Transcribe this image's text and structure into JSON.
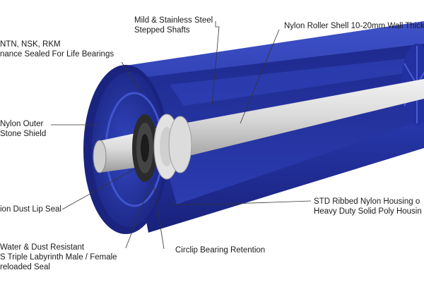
{
  "labels": {
    "bearings": {
      "line1": "NTN, NSK, RKM",
      "line2": "nance Sealed For Life Bearings"
    },
    "shafts": {
      "line1": "Mild & Stainless Steel",
      "line2": "Stepped Shafts"
    },
    "shell": {
      "line1": "Nylon Roller Shell 10-20mm Wall Thick"
    },
    "stone_shield": {
      "line1": "Nylon Outer",
      "line2": "Stone Shield"
    },
    "dust_lip": {
      "line1": "ion Dust Lip Seal"
    },
    "housing": {
      "line1": "STD Ribbed Nylon Housing o",
      "line2": "Heavy Duty Solid Poly Housin"
    },
    "labyrinth": {
      "line1": "Water & Dust Resistant",
      "line2": "S Triple Labyrinth Male / Female",
      "line3": "reloaded Seal"
    },
    "circlip": {
      "line1": "Circlip Bearing Retention"
    }
  },
  "colors": {
    "shell_blue": "#2736a8",
    "shell_dark": "#18217a",
    "shell_light": "#3f52c8",
    "shaft": "#d9d9d9",
    "bearing": "#2b2b2b"
  }
}
